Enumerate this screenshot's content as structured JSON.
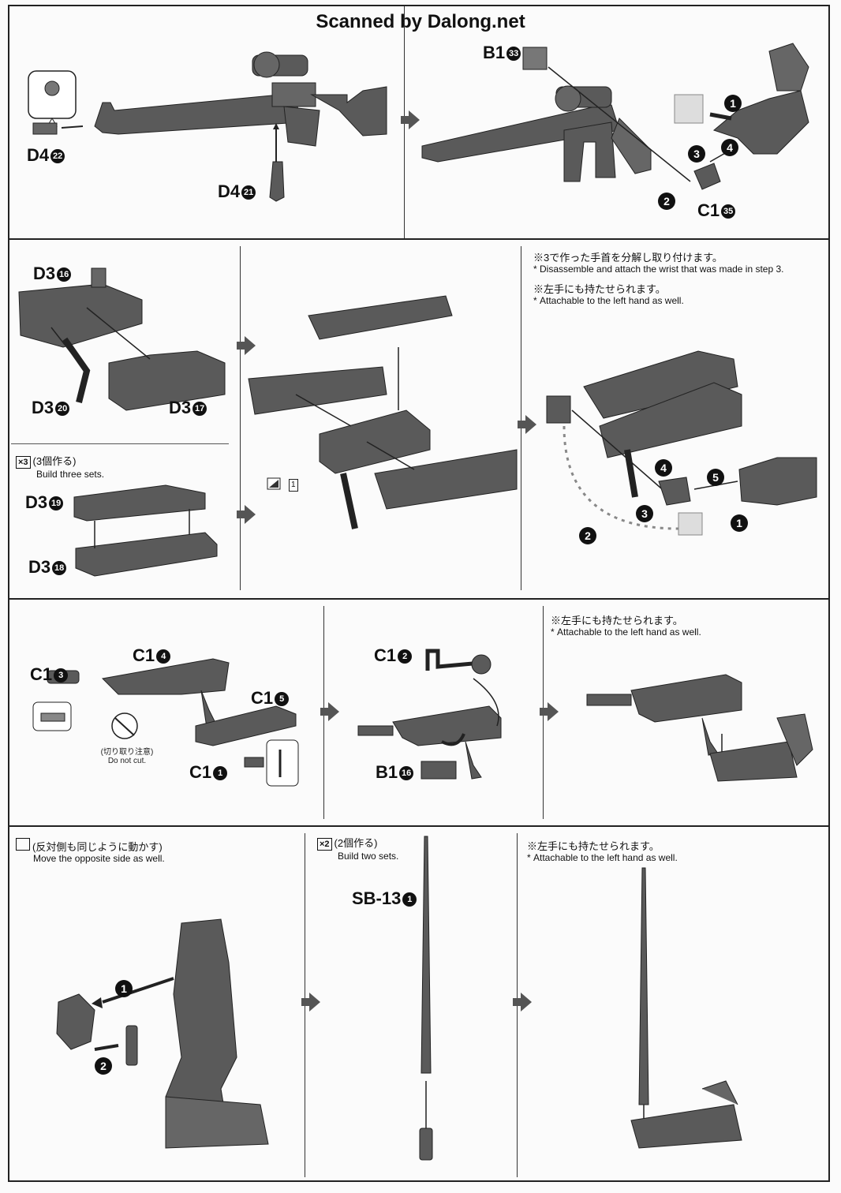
{
  "watermark": "Scanned by Dalong.net",
  "parts": {
    "d4_22": "D4",
    "d4_22_n": "22",
    "d4_21": "D4",
    "d4_21_n": "21",
    "b1_33": "B1",
    "b1_33_n": "33",
    "c1_35": "C1",
    "c1_35_n": "35",
    "d3_16": "D3",
    "d3_16_n": "16",
    "d3_20": "D3",
    "d3_20_n": "20",
    "d3_17": "D3",
    "d3_17_n": "17",
    "d3_19": "D3",
    "d3_19_n": "19",
    "d3_18": "D3",
    "d3_18_n": "18",
    "c1_3": "C1",
    "c1_3_n": "3",
    "c1_4": "C1",
    "c1_4_n": "4",
    "c1_5": "C1",
    "c1_5_n": "5",
    "c1_1": "C1",
    "c1_1_n": "1",
    "c1_2": "C1",
    "c1_2_n": "2",
    "b1_16": "B1",
    "b1_16_n": "16",
    "sb13_1": "SB-13",
    "sb13_1_n": "1"
  },
  "notes": {
    "x3_badge": "×3",
    "x3_jp": "(3個作る)",
    "x3_en": "Build three sets.",
    "wrist_jp": "※3で作った手首を分解し取り付けます。",
    "wrist_en": "* Disassemble and attach the wrist that was made in step 3.",
    "left_jp": "※左手にも持たせられます。",
    "left_en": "* Attachable to the left hand as well.",
    "left2_jp": "※左手にも持たせられます。",
    "left2_en": "* Attachable to the left hand as well.",
    "left3_jp": "※左手にも持たせられます。",
    "left3_en": "* Attachable to the left hand as well.",
    "cut_jp": "(切り取り注意)",
    "cut_en": "Do not cut.",
    "opp_jp": "(反対側も同じように動かす)",
    "opp_en": "Move the opposite side as well.",
    "x2_badge": "×2",
    "x2_jp": "(2個作る)",
    "x2_en": "Build two sets.",
    "ref_1": "1"
  },
  "steps": [
    "1",
    "2",
    "3",
    "4",
    "5"
  ],
  "colors": {
    "ink": "#111111",
    "part_fill": "#5a5a5a",
    "arrow": "#555555"
  }
}
